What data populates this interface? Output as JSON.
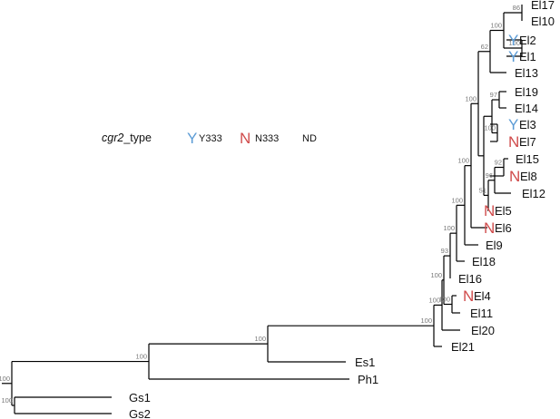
{
  "legend": {
    "title_italic": "cgr2",
    "title_rest": "_type",
    "y_symbol": "Y",
    "y_label": "Y333",
    "n_symbol": "N",
    "n_label": "N333",
    "nd_label": "ND"
  },
  "colors": {
    "Y": "#5b9bd5",
    "N": "#d04b4b"
  },
  "tips": [
    {
      "label": "El17",
      "mark": ""
    },
    {
      "label": "El10",
      "mark": ""
    },
    {
      "label": "El2",
      "mark": "Y"
    },
    {
      "label": "El1",
      "mark": "Y"
    },
    {
      "label": "El13",
      "mark": ""
    },
    {
      "label": "El19",
      "mark": ""
    },
    {
      "label": "El14",
      "mark": ""
    },
    {
      "label": "El3",
      "mark": "Y"
    },
    {
      "label": "El7",
      "mark": "N"
    },
    {
      "label": "El15",
      "mark": ""
    },
    {
      "label": "El8",
      "mark": "N"
    },
    {
      "label": "El12",
      "mark": ""
    },
    {
      "label": "El5",
      "mark": "N"
    },
    {
      "label": "El6",
      "mark": "N"
    },
    {
      "label": "El9",
      "mark": ""
    },
    {
      "label": "El18",
      "mark": ""
    },
    {
      "label": "El16",
      "mark": ""
    },
    {
      "label": "El4",
      "mark": "N"
    },
    {
      "label": "El11",
      "mark": ""
    },
    {
      "label": "El20",
      "mark": ""
    },
    {
      "label": "El21",
      "mark": ""
    },
    {
      "label": "Es1",
      "mark": ""
    },
    {
      "label": "Ph1",
      "mark": ""
    },
    {
      "label": "Gs1",
      "mark": ""
    },
    {
      "label": "Gs2",
      "mark": ""
    }
  ],
  "support": [
    "100",
    "100",
    "100",
    "100",
    "100",
    "100",
    "100",
    "100",
    "100",
    "100",
    "93",
    "100",
    "100",
    "100",
    "96",
    "92",
    "51",
    "97",
    "62",
    "100",
    "86",
    "100"
  ]
}
